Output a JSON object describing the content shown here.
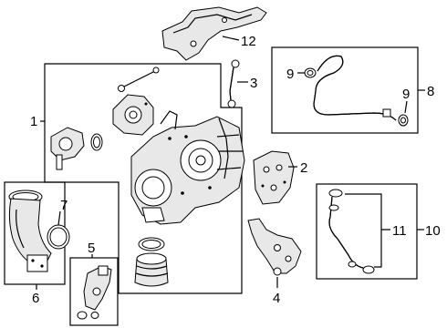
{
  "callouts": [
    {
      "id": "c1",
      "text": "1"
    },
    {
      "id": "c2",
      "text": "2"
    },
    {
      "id": "c3",
      "text": "3"
    },
    {
      "id": "c4",
      "text": "4"
    },
    {
      "id": "c5",
      "text": "5"
    },
    {
      "id": "c6",
      "text": "6"
    },
    {
      "id": "c7",
      "text": "7"
    },
    {
      "id": "c8",
      "text": "8"
    },
    {
      "id": "c9a",
      "text": "9"
    },
    {
      "id": "c9b",
      "text": "9"
    },
    {
      "id": "c10",
      "text": "10"
    },
    {
      "id": "c11",
      "text": "11"
    },
    {
      "id": "c12",
      "text": "12"
    }
  ]
}
